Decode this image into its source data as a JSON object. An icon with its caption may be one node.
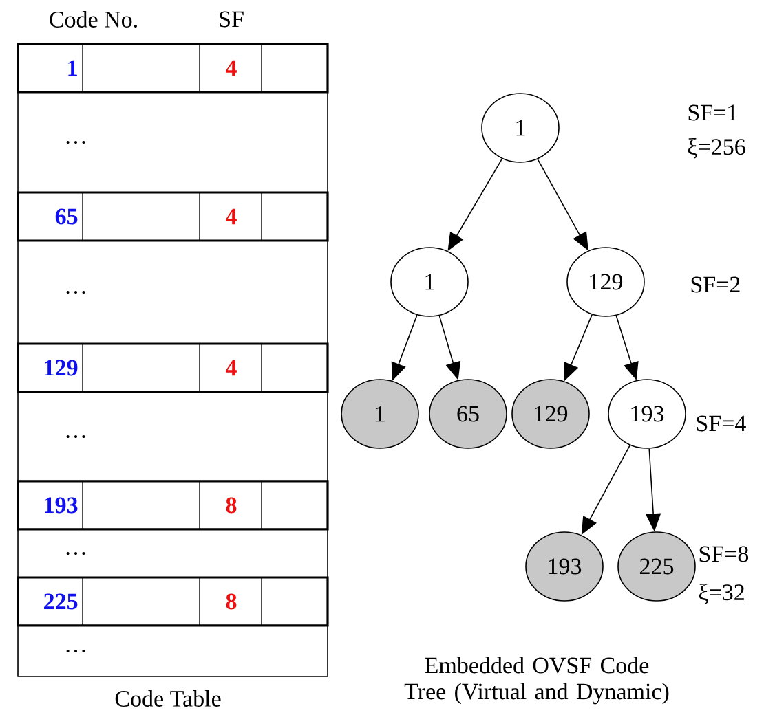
{
  "diagram": {
    "nodes": [
      {
        "text": [
          "1"
        ]
      },
      {
        "text": [
          "1"
        ]
      },
      {
        "text": [
          "129"
        ]
      },
      {
        "text": [
          "1"
        ]
      },
      {
        "text": [
          "65"
        ]
      },
      {
        "text": [
          "129"
        ]
      },
      {
        "text": [
          "193"
        ]
      },
      {
        "text": [
          "193"
        ]
      },
      {
        "text": [
          "225"
        ]
      }
    ],
    "edges": [
      {
        "from": 0,
        "to": 1,
        "arrow": "to"
      },
      {
        "from": 0,
        "to": 2,
        "arrow": "to"
      },
      {
        "from": 1,
        "to": 3,
        "arrow": "to"
      },
      {
        "from": 1,
        "to": 4,
        "arrow": "to"
      },
      {
        "from": 2,
        "to": 5,
        "arrow": "to"
      },
      {
        "from": 2,
        "to": 6,
        "arrow": "to"
      },
      {
        "from": 6,
        "to": 7,
        "arrow": "to"
      },
      {
        "from": 6,
        "to": 8,
        "arrow": "to"
      }
    ],
    "labels": [
      "Code No.",
      "SF",
      "1",
      "4",
      "…",
      "65",
      "4",
      "…",
      "129",
      "4",
      "…",
      "193",
      "8",
      "…",
      "225",
      "8",
      "…",
      "SF=1",
      "ξ=256",
      "SF=2",
      "SF=4",
      "SF=8",
      "ξ=32",
      "Code Table",
      "Embedded OVSF Code Tree (Virtual and Dynamic)"
    ]
  }
}
